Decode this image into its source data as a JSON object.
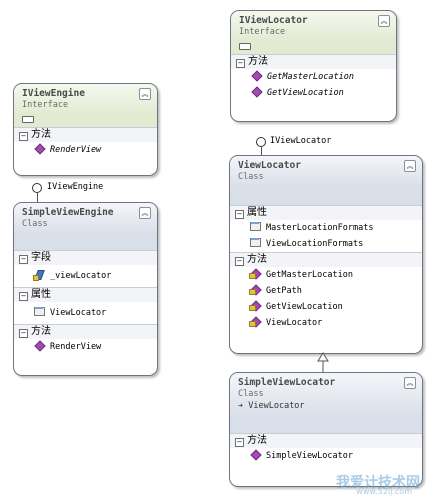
{
  "diagram": {
    "iviewlocator": {
      "title": "IViewLocator",
      "stereotype": "Interface",
      "sections": [
        {
          "label": "方法",
          "items": [
            "GetMasterLocation",
            "GetViewLocation"
          ]
        }
      ]
    },
    "iviewengine": {
      "title": "IViewEngine",
      "stereotype": "Interface",
      "sections": [
        {
          "label": "方法",
          "items": [
            "RenderView"
          ]
        }
      ]
    },
    "viewlocator": {
      "title": "ViewLocator",
      "stereotype": "Class",
      "sections": [
        {
          "label": "属性",
          "items": [
            "MasterLocationFormats",
            "ViewLocationFormats"
          ]
        },
        {
          "label": "方法",
          "items": [
            "GetMasterLocation",
            "GetPath",
            "GetViewLocation",
            "ViewLocator"
          ]
        }
      ]
    },
    "simpleviewengine": {
      "title": "SimpleViewEngine",
      "stereotype": "Class",
      "sections": [
        {
          "label": "字段",
          "items": [
            "_viewLocator"
          ]
        },
        {
          "label": "属性",
          "items": [
            "ViewLocator"
          ]
        },
        {
          "label": "方法",
          "items": [
            "RenderView"
          ]
        }
      ]
    },
    "simpleviewlocator": {
      "title": "SimpleViewLocator",
      "stereotype": "Class",
      "base": "ViewLocator",
      "sections": [
        {
          "label": "方法",
          "items": [
            "SimpleViewLocator"
          ]
        }
      ]
    },
    "lollipops": {
      "iviewlocator": "IViewLocator",
      "iviewengine": "IViewEngine"
    }
  },
  "watermark": {
    "main": "我爱计技术网",
    "sub": "www.52ij.com"
  }
}
